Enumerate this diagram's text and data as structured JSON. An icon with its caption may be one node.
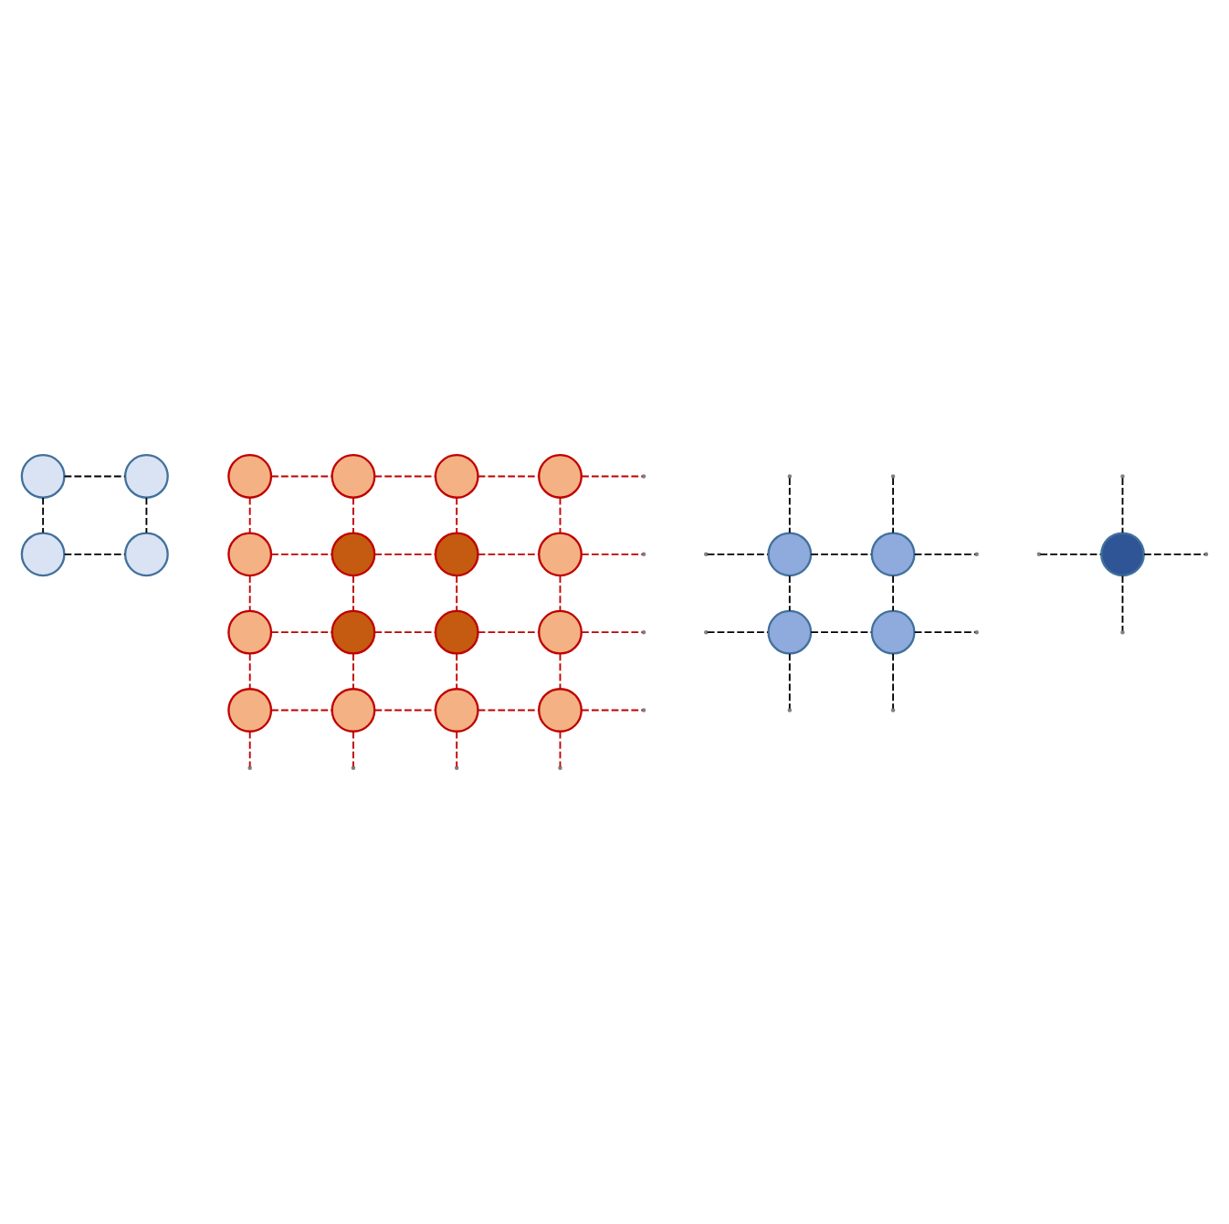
{
  "diagram": {
    "nodes": [
      {
        "text": [],
        "shape": "circle"
      },
      {
        "text": [],
        "shape": "circle"
      },
      {
        "text": [],
        "shape": "circle"
      },
      {
        "text": [],
        "shape": "circle"
      },
      {
        "text": [],
        "shape": "circle"
      },
      {
        "text": [],
        "shape": "circle"
      },
      {
        "text": [],
        "shape": "circle"
      },
      {
        "text": [],
        "shape": "circle"
      },
      {
        "text": [],
        "shape": "circle"
      },
      {
        "text": [],
        "shape": "circle"
      },
      {
        "text": [],
        "shape": "circle"
      },
      {
        "text": [],
        "shape": "circle"
      },
      {
        "text": [],
        "shape": "circle"
      },
      {
        "text": [],
        "shape": "circle"
      },
      {
        "text": [],
        "shape": "circle"
      },
      {
        "text": [],
        "shape": "circle"
      },
      {
        "text": [],
        "shape": "circle"
      },
      {
        "text": [],
        "shape": "circle"
      },
      {
        "text": [],
        "shape": "circle"
      },
      {
        "text": [],
        "shape": "circle"
      },
      {
        "text": [],
        "shape": "circle"
      },
      {
        "text": [],
        "shape": "circle"
      },
      {
        "text": [],
        "shape": "circle"
      },
      {
        "text": [],
        "shape": "circle"
      },
      {
        "text": [],
        "shape": "circle"
      }
    ],
    "edges": [
      {
        "from": 0,
        "to": 1,
        "arrow": "none",
        "color": "#000000"
      },
      {
        "from": 0,
        "to": 23,
        "arrow": "none",
        "color": "#000000"
      },
      {
        "from": 1,
        "to": 24,
        "arrow": "none",
        "color": "#000000"
      },
      {
        "from": 23,
        "to": 24,
        "arrow": "none",
        "color": "#000000"
      },
      {
        "from": 6,
        "to": 7,
        "arrow": "none",
        "color": "#000000"
      },
      {
        "from": 17,
        "to": 18,
        "arrow": "none",
        "color": "#000000"
      },
      {
        "from": 6,
        "to": 17,
        "arrow": "none",
        "color": "#000000"
      },
      {
        "from": 7,
        "to": 18,
        "arrow": "none",
        "color": "#000000"
      },
      {
        "from": null,
        "to": 6,
        "arrow": "none",
        "color": "#000000"
      },
      {
        "from": 7,
        "to": null,
        "arrow": "none",
        "color": "#000000"
      },
      {
        "from": null,
        "to": 17,
        "arrow": "none",
        "color": "#000000"
      },
      {
        "from": 18,
        "to": null,
        "arrow": "none",
        "color": "#000000"
      },
      {
        "from": null,
        "to": 6,
        "arrow": "none",
        "color": "#000000"
      },
      {
        "from": null,
        "to": 7,
        "arrow": "none",
        "color": "#000000"
      },
      {
        "from": 17,
        "to": null,
        "arrow": "none",
        "color": "#000000"
      },
      {
        "from": 18,
        "to": null,
        "arrow": "none",
        "color": "#000000"
      },
      {
        "from": null,
        "to": 12,
        "arrow": "none",
        "color": "#000000"
      },
      {
        "from": 12,
        "to": null,
        "arrow": "none",
        "color": "#000000"
      },
      {
        "from": null,
        "to": 12,
        "arrow": "none",
        "color": "#000000"
      },
      {
        "from": 12,
        "to": null,
        "arrow": "none",
        "color": "#000000"
      },
      {
        "from": 2,
        "to": 3,
        "arrow": "none"
      },
      {
        "from": 3,
        "to": 4,
        "arrow": "none"
      },
      {
        "from": 4,
        "to": 5,
        "arrow": "none"
      },
      {
        "from": 8,
        "to": 9,
        "arrow": "none"
      },
      {
        "from": 9,
        "to": 10,
        "arrow": "none"
      },
      {
        "from": 10,
        "to": 11,
        "arrow": "none"
      },
      {
        "from": 13,
        "to": 14,
        "arrow": "none"
      },
      {
        "from": 14,
        "to": 15,
        "arrow": "none"
      },
      {
        "from": 15,
        "to": 16,
        "arrow": "none"
      },
      {
        "from": 19,
        "to": 20,
        "arrow": "none"
      },
      {
        "from": 20,
        "to": 21,
        "arrow": "none"
      },
      {
        "from": 21,
        "to": 22,
        "arrow": "none"
      },
      {
        "from": 2,
        "to": 8,
        "arrow": "none"
      },
      {
        "from": 8,
        "to": 13,
        "arrow": "none"
      },
      {
        "from": 13,
        "to": 19,
        "arrow": "none"
      },
      {
        "from": 3,
        "to": 9,
        "arrow": "none"
      },
      {
        "from": 9,
        "to": 14,
        "arrow": "none"
      },
      {
        "from": 14,
        "to": 20,
        "arrow": "none"
      },
      {
        "from": 4,
        "to": 10,
        "arrow": "none"
      },
      {
        "from": 10,
        "to": 15,
        "arrow": "none"
      },
      {
        "from": 15,
        "to": 21,
        "arrow": "none"
      },
      {
        "from": 5,
        "to": 11,
        "arrow": "none"
      },
      {
        "from": 11,
        "to": 16,
        "arrow": "none"
      },
      {
        "from": 16,
        "to": 22,
        "arrow": "none"
      },
      {
        "from": 5,
        "to": null,
        "arrow": "none"
      },
      {
        "from": 11,
        "to": null,
        "arrow": "none"
      },
      {
        "from": 16,
        "to": null,
        "arrow": "none"
      },
      {
        "from": 22,
        "to": null,
        "arrow": "none"
      },
      {
        "from": 19,
        "to": null,
        "arrow": "none"
      },
      {
        "from": 20,
        "to": null,
        "arrow": "none"
      },
      {
        "from": 21,
        "to": null,
        "arrow": "none"
      },
      {
        "from": 22,
        "to": null,
        "arrow": "none"
      }
    ]
  }
}
